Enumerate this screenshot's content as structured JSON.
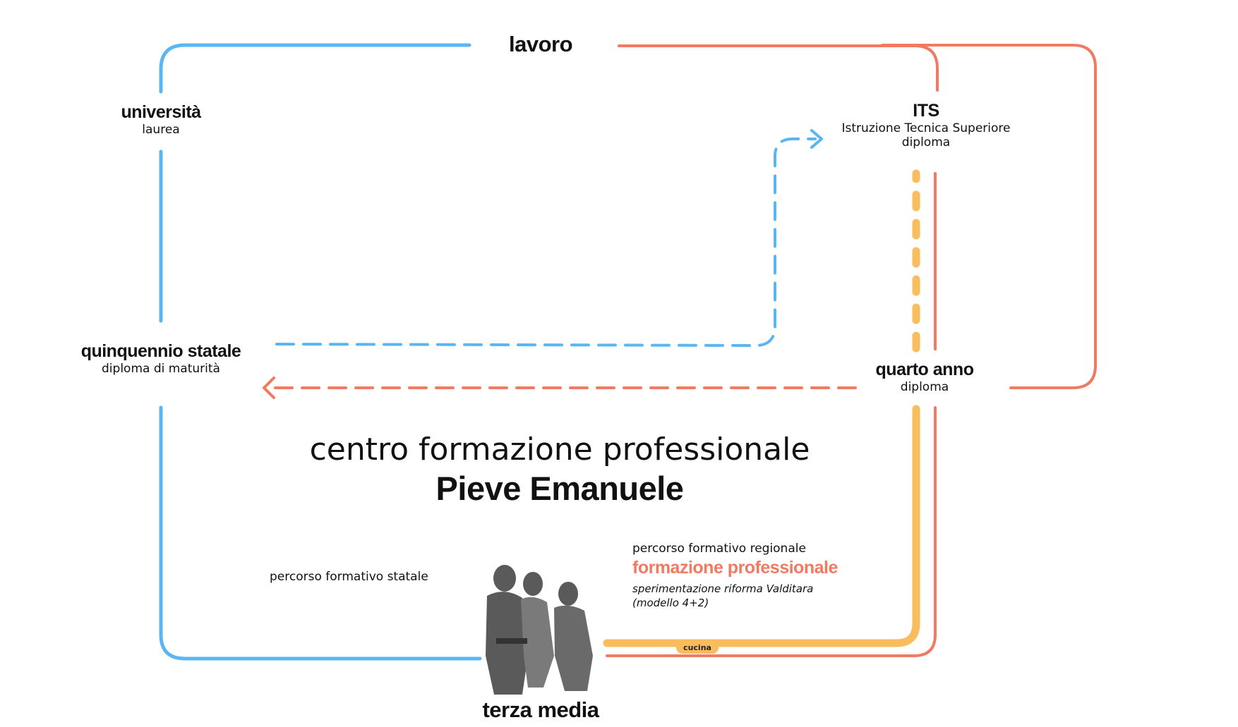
{
  "colors": {
    "statale_blue": "#5ab6f2",
    "regionale_red": "#f07a62",
    "cucina_yellow": "#f9bd5e",
    "text": "#111111"
  },
  "nodes": {
    "lavoro": {
      "title": "lavoro"
    },
    "universita": {
      "title": "università",
      "subtitle": "laurea"
    },
    "its": {
      "title": "ITS",
      "subtitle": "Istruzione Tecnica Superiore",
      "subtitle2": "diploma"
    },
    "quinquennio": {
      "title": "quinquennio statale",
      "subtitle": "diploma di maturità"
    },
    "quarto_anno": {
      "title": "quarto anno",
      "subtitle": "diploma"
    },
    "terza_media": {
      "title": "terza media"
    }
  },
  "center_title": {
    "line1": "centro formazione professionale",
    "line2": "Pieve Emanuele"
  },
  "paths": {
    "statale_label": "percorso formativo statale",
    "regionale_label": "percorso formativo regionale",
    "regionale_title": "formazione professionale",
    "regionale_note_1": "sperimentazione riforma Valditara",
    "regionale_note_2": "(modello 4+2)",
    "track_label": "cucina"
  },
  "photo": {
    "icon": "students-photo-icon"
  }
}
